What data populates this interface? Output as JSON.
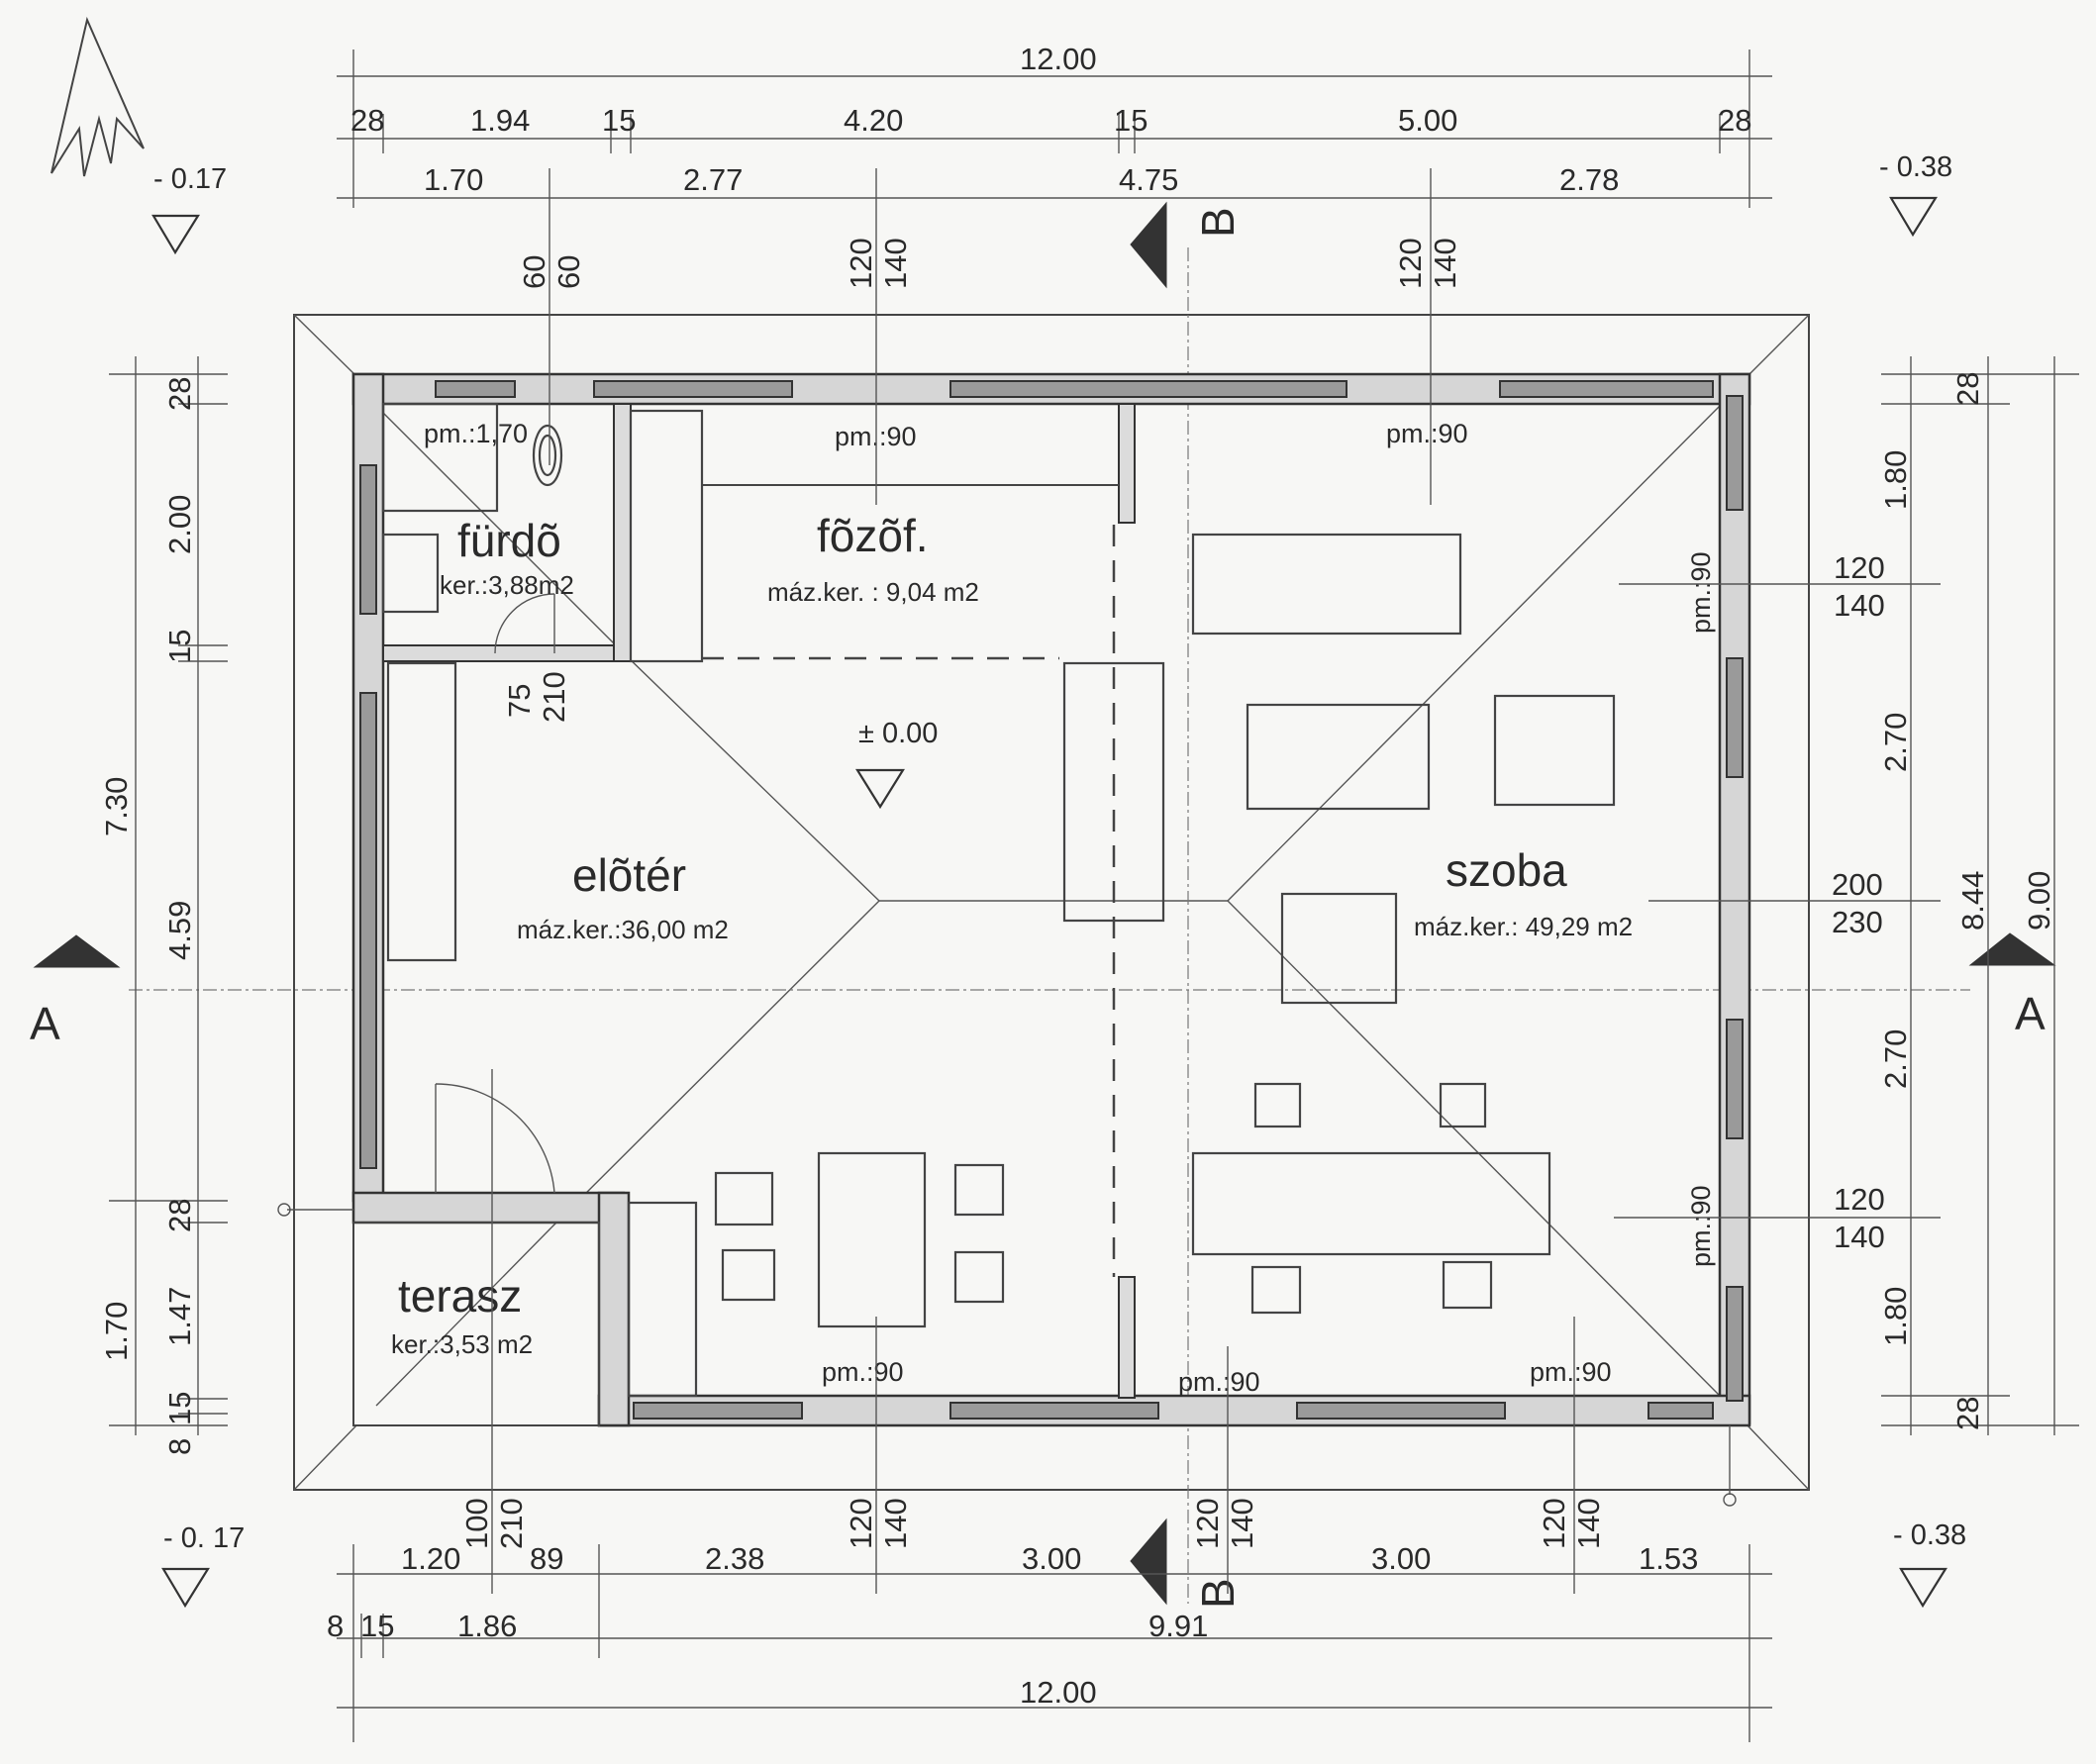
{
  "rooms": {
    "furdo": {
      "name": "fürdõ",
      "area": "ker.:3,88m2",
      "pm": "pm.:1,70"
    },
    "fozof": {
      "name": "fõzõf.",
      "area": "máz.ker. : 9,04 m2",
      "pm": "pm.:90"
    },
    "eloter": {
      "name": "elõtér",
      "area": "máz.ker.:36,00 m2",
      "level": "± 0.00"
    },
    "szoba": {
      "name": "szoba",
      "area": "máz.ker.: 49,29 m2",
      "pm_top": "pm.:90",
      "pm_right_upper": "pm.:90",
      "pm_right_lower": "pm.:90"
    },
    "terasz": {
      "name": "terasz",
      "area": "ker.:3,53 m2"
    }
  },
  "bottom_pm": {
    "left": "pm.:90",
    "center": "pm.:90",
    "right": "pm.:90"
  },
  "levels": {
    "top_left": "- 0.17",
    "top_right": "- 0.38",
    "bottom_left": "- 0. 17",
    "bottom_right": "- 0.38"
  },
  "sections": {
    "a": "A",
    "b": "B"
  },
  "dims_top": {
    "overall": "12.00",
    "row2": [
      "28",
      "1.94",
      "15",
      "4.20",
      "15",
      "5.00",
      "28"
    ],
    "row3": [
      "1.70",
      "2.77",
      "4.75",
      "2.78"
    ],
    "openings": [
      "60",
      "60",
      "120",
      "140",
      "120",
      "140"
    ]
  },
  "dims_bottom": {
    "overall": "12.00",
    "row1": [
      "1.20",
      "89",
      "2.38",
      "3.00",
      "3.00",
      "1.53"
    ],
    "row2": [
      "8",
      "15",
      "1.86",
      "9.91"
    ],
    "openings": [
      "100",
      "210",
      "120",
      "140",
      "120",
      "140",
      "120",
      "140"
    ]
  },
  "dims_left": {
    "outer": [
      "7.30",
      "1.70"
    ],
    "inner": [
      "28",
      "2.00",
      "15",
      "4.59",
      "28",
      "1.47",
      "15",
      "8"
    ],
    "door": [
      "75",
      "210"
    ]
  },
  "dims_right": {
    "outer": [
      "9.00"
    ],
    "middle": [
      "8.44"
    ],
    "inner": [
      "28",
      "1.80",
      "2.70",
      "2.70",
      "1.80",
      "28"
    ],
    "openings": [
      "120",
      "140",
      "200",
      "230",
      "120",
      "140"
    ]
  }
}
